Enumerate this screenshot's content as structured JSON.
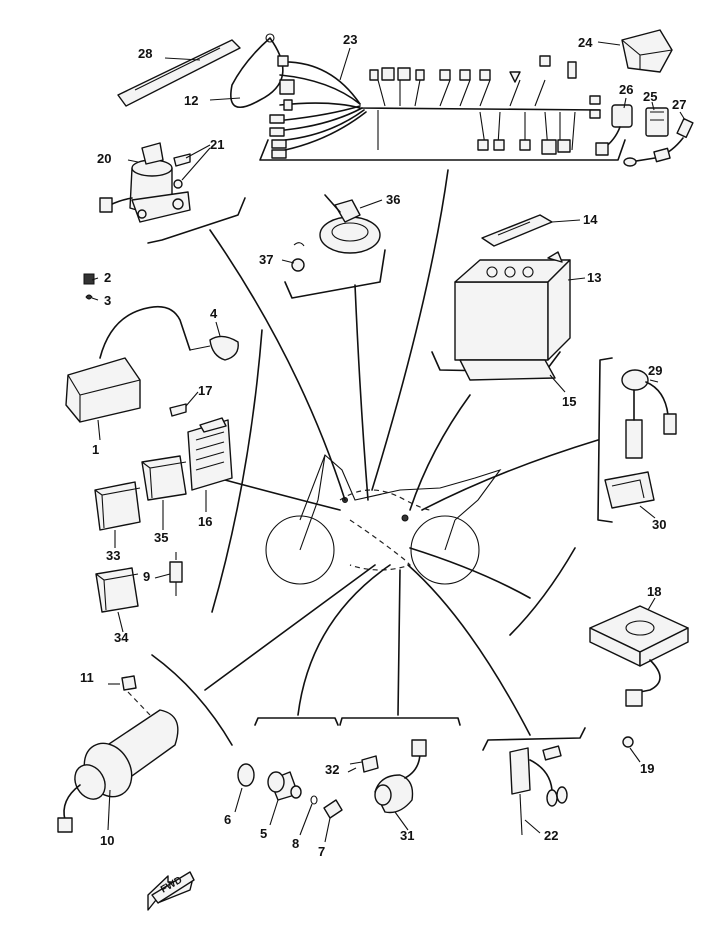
{
  "callouts": {
    "c1": "1",
    "c2": "2",
    "c3": "3",
    "c4": "4",
    "c5": "5",
    "c6": "6",
    "c7": "7",
    "c8": "8",
    "c9": "9",
    "c10": "10",
    "c11": "11",
    "c12": "12",
    "c13": "13",
    "c14": "14",
    "c15": "15",
    "c16": "16",
    "c17": "17",
    "c18": "18",
    "c19": "19",
    "c20": "20",
    "c21": "21",
    "c22": "22",
    "c23": "23",
    "c24": "24",
    "c25": "25",
    "c26": "26",
    "c27": "27",
    "c28": "28",
    "c29": "29",
    "c30": "30",
    "c31": "31",
    "c32": "32",
    "c33": "33",
    "c34": "34",
    "c35": "35",
    "c36": "36",
    "c37": "37"
  },
  "direction_marker": "FWD"
}
